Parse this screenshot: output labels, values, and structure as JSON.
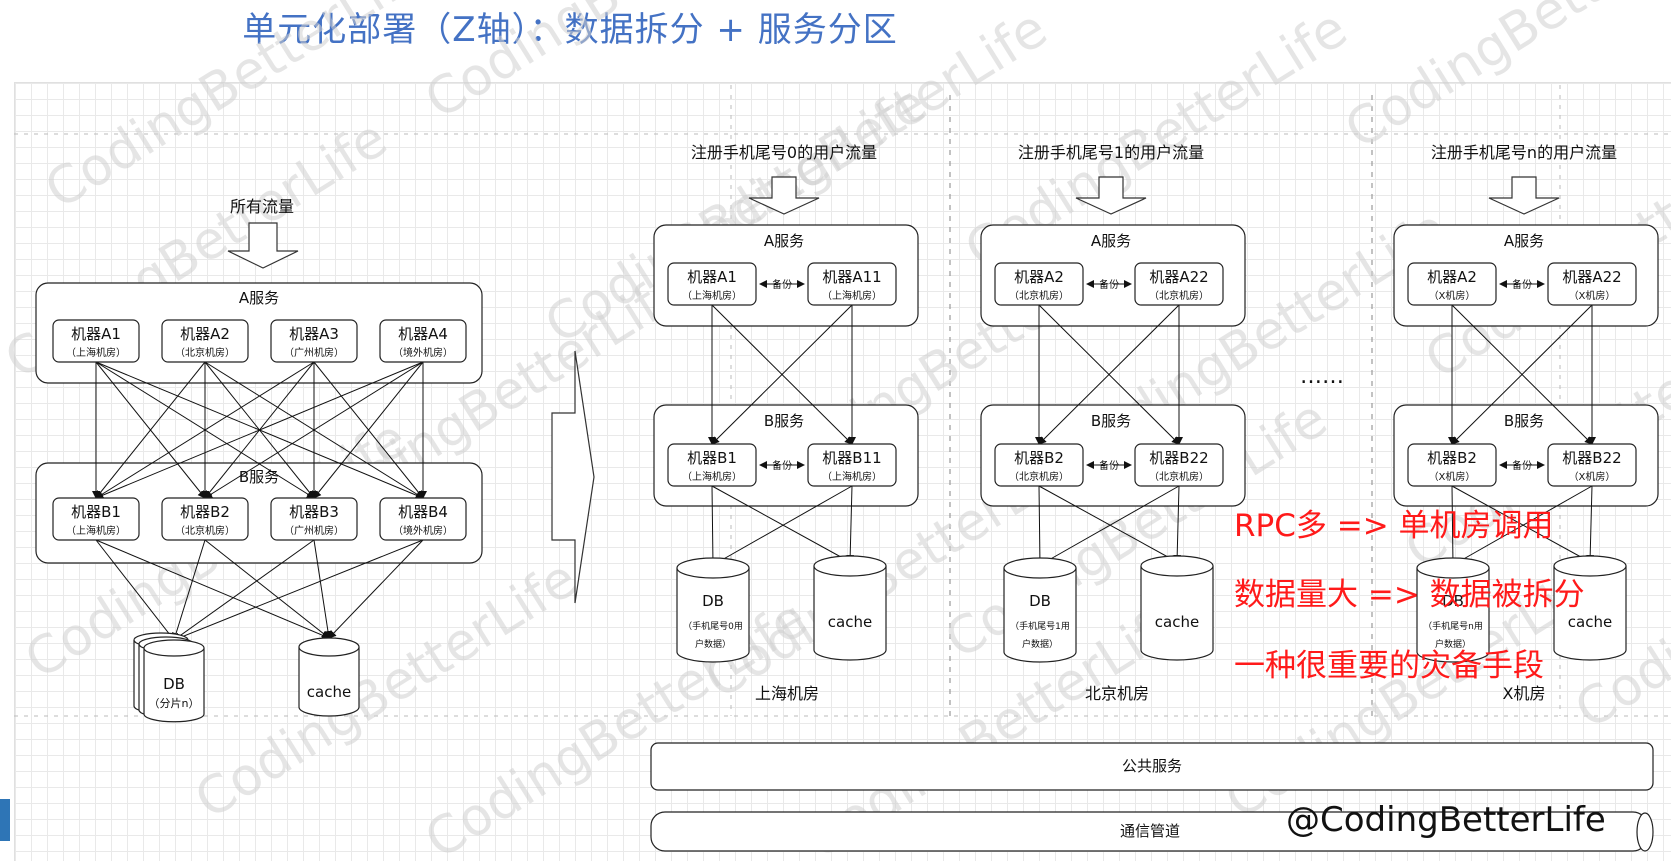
{
  "title": "单元化部署（Z轴）：数据拆分 + 服务分区",
  "watermark": "CodingBetterLife",
  "left": {
    "traffic": "所有流量",
    "a_service": "A服务",
    "b_service": "B服务",
    "a_machines": [
      {
        "name": "机器A1",
        "room": "（上海机房）"
      },
      {
        "name": "机器A2",
        "room": "（北京机房）"
      },
      {
        "name": "机器A3",
        "room": "（广州机房）"
      },
      {
        "name": "机器A4",
        "room": "（境外机房）"
      }
    ],
    "b_machines": [
      {
        "name": "机器B1",
        "room": "（上海机房）"
      },
      {
        "name": "机器B2",
        "room": "（北京机房）"
      },
      {
        "name": "机器B3",
        "room": "（广州机房）"
      },
      {
        "name": "机器B4",
        "room": "（境外机房）"
      }
    ],
    "db": "DB",
    "db_sub": "（分片n）",
    "cache": "cache"
  },
  "units": [
    {
      "traffic": "注册手机尾号0的用户流量",
      "a_service": "A服务",
      "b_service": "B服务",
      "a1": {
        "name": "机器A1",
        "room": "（上海机房）"
      },
      "a2": {
        "name": "机器A11",
        "room": "（上海机房）"
      },
      "b1": {
        "name": "机器B1",
        "room": "（上海机房）"
      },
      "b2": {
        "name": "机器B11",
        "room": "（上海机房）"
      },
      "backup": "备份",
      "db": "DB",
      "db_sub1": "（手机尾号0用",
      "db_sub2": "户数据）",
      "cache": "cache",
      "room_label": "上海机房"
    },
    {
      "traffic": "注册手机尾号1的用户流量",
      "a_service": "A服务",
      "b_service": "B服务",
      "a1": {
        "name": "机器A2",
        "room": "（北京机房）"
      },
      "a2": {
        "name": "机器A22",
        "room": "（北京机房）"
      },
      "b1": {
        "name": "机器B2",
        "room": "（北京机房）"
      },
      "b2": {
        "name": "机器B22",
        "room": "（北京机房）"
      },
      "backup": "备份",
      "db": "DB",
      "db_sub1": "（手机尾号1用",
      "db_sub2": "户数据）",
      "cache": "cache",
      "room_label": "北京机房"
    },
    {
      "traffic": "注册手机尾号n的用户流量",
      "a_service": "A服务",
      "b_service": "B服务",
      "a1": {
        "name": "机器A2",
        "room": "（X机房）"
      },
      "a2": {
        "name": "机器A22",
        "room": "（X机房）"
      },
      "b1": {
        "name": "机器B2",
        "room": "（X机房）"
      },
      "b2": {
        "name": "机器B22",
        "room": "（X机房）"
      },
      "backup": "备份",
      "db": "DB",
      "db_sub1": "（手机尾号n用",
      "db_sub2": "户数据）",
      "cache": "cache",
      "room_label": "X机房"
    }
  ],
  "ellipsis": "……",
  "public_service": "公共服务",
  "comm_pipe": "通信管道",
  "notes": [
    "RPC多 => 单机房调用",
    "数据量大 => 数据被拆分",
    "一种很重要的灾备手段"
  ],
  "handle": "@CodingBetterLife",
  "colors": {
    "title": "#4472c4",
    "note": "#ff1a1a",
    "side_bar": "#2e75b6"
  }
}
